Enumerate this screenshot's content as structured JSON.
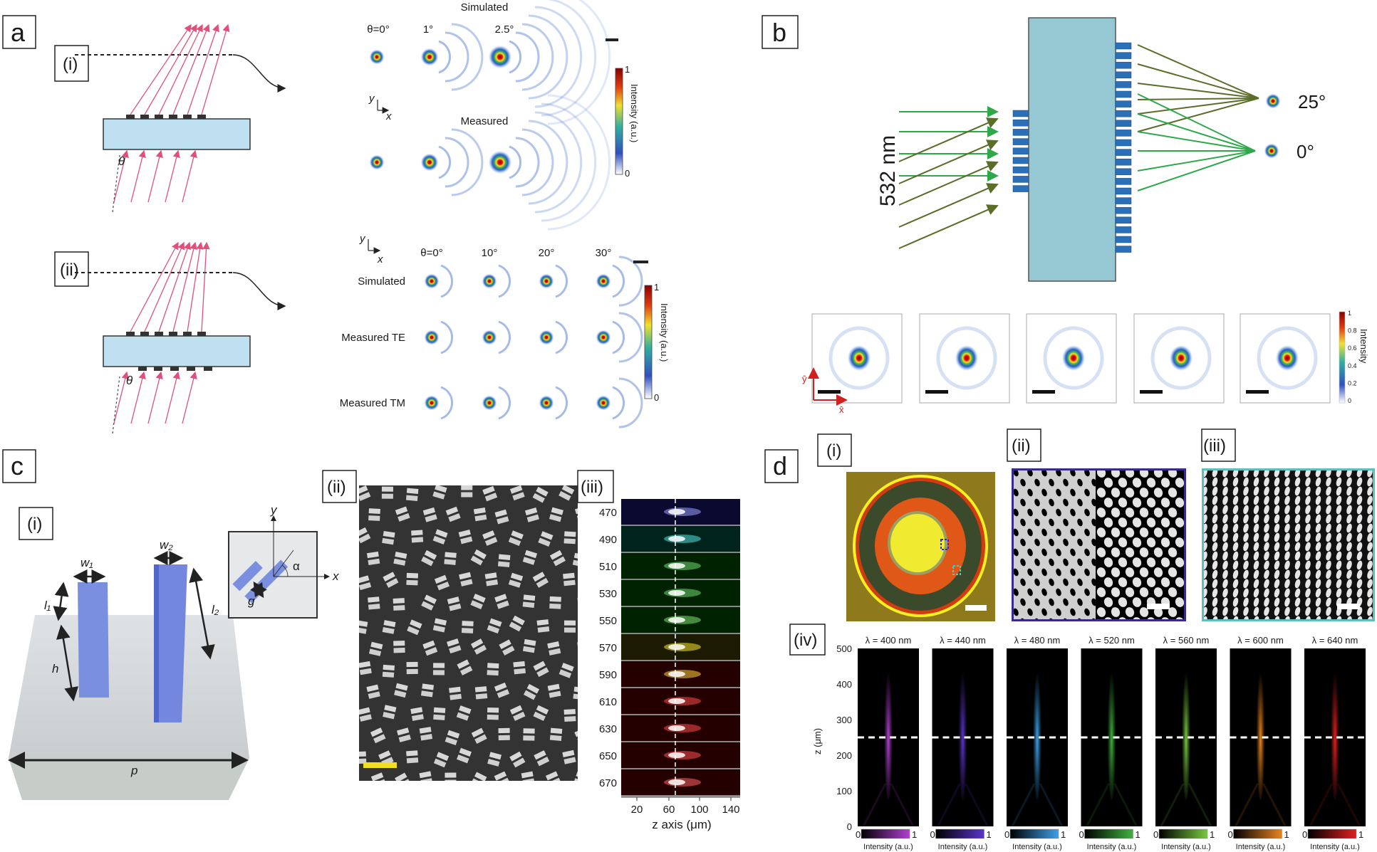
{
  "panel_a": {
    "label": "a",
    "theta": "θ",
    "i": {
      "label": "(i)",
      "simulated": "Simulated",
      "measured": "Measured",
      "angles": [
        "θ=0°",
        "1°",
        "2.5°"
      ],
      "axis_y": "y",
      "axis_x": "x",
      "colorbar": {
        "label": "Intensity (a.u.)",
        "max": "1",
        "min": "0"
      }
    },
    "ii": {
      "label": "(ii)",
      "angles": [
        "θ=0°",
        "10°",
        "20°",
        "30°"
      ],
      "rows": [
        "Simulated",
        "Measured TE",
        "Measured TM"
      ],
      "axis_y": "y",
      "axis_x": "x",
      "colorbar": {
        "label": "Intensity (a.u.)",
        "max": "1",
        "min": "0"
      }
    },
    "colors": {
      "ray": "#e0507a",
      "substrate": "#bfe0f0"
    }
  },
  "panel_b": {
    "label": "b",
    "wavelength": "532 nm",
    "foci": [
      "25°",
      "0°"
    ],
    "axis_y": "ŷ",
    "axis_x": "x̂",
    "colorbar": {
      "label": "Intensity",
      "ticks": [
        "1",
        "0.8",
        "0.6",
        "0.4",
        "0.2",
        "0"
      ]
    },
    "colors": {
      "normal_beam": "#2ea84a",
      "oblique_beam": "#5a6e2a",
      "substrate": "#96c8d4",
      "pillars": "#2a6fb8",
      "axes": "#d02020"
    }
  },
  "panel_c": {
    "label": "c",
    "i": {
      "label": "(i)",
      "dims": {
        "w1": "w₁",
        "w2": "w₂",
        "l1": "l₁",
        "l2": "l₂",
        "h": "h",
        "p": "p",
        "g": "g",
        "alpha": "α",
        "x": "x",
        "y": "y"
      }
    },
    "ii": {
      "label": "(ii)"
    },
    "iii": {
      "label": "(iii)",
      "wavelengths": [
        "470",
        "490",
        "510",
        "530",
        "550",
        "570",
        "590",
        "610",
        "630",
        "650",
        "670"
      ],
      "spot_colors": [
        "#9aa0ff",
        "#50e0e0",
        "#70d870",
        "#70d870",
        "#80e070",
        "#f8e830",
        "#ffd040",
        "#ff4a4a",
        "#ff4a4a",
        "#ff5050",
        "#ff6060"
      ],
      "bg_colors": [
        "#0a0a30",
        "#00241c",
        "#002200",
        "#002200",
        "#002200",
        "#1c1a00",
        "#240000",
        "#240000",
        "#240000",
        "#240000",
        "#240000"
      ],
      "x_ticks": [
        "20",
        "60",
        "100",
        "140"
      ],
      "xlabel": "z axis (μm)"
    }
  },
  "panel_d": {
    "label": "d",
    "i": {
      "label": "(i)"
    },
    "ii": {
      "label": "(ii)",
      "border": "#3b2a8e"
    },
    "iii": {
      "label": "(iii)",
      "border": "#5cbfbb"
    },
    "iv": {
      "label": "(iv)",
      "ylabel": "z (μm)",
      "y_ticks": [
        "500",
        "400",
        "300",
        "200",
        "100",
        "0"
      ],
      "panels": [
        {
          "title": "λ = 400 nm",
          "color": "#b040d0"
        },
        {
          "title": "λ = 440 nm",
          "color": "#5a34c8"
        },
        {
          "title": "λ = 480 nm",
          "color": "#3ea0e8"
        },
        {
          "title": "λ = 520 nm",
          "color": "#40b040"
        },
        {
          "title": "λ = 560 nm",
          "color": "#78c840"
        },
        {
          "title": "λ = 600 nm",
          "color": "#e88420"
        },
        {
          "title": "λ = 640 nm",
          "color": "#e02020"
        }
      ],
      "cb_min": "0",
      "cb_max": "1",
      "cb_label": "Intensity (a.u.)"
    }
  }
}
